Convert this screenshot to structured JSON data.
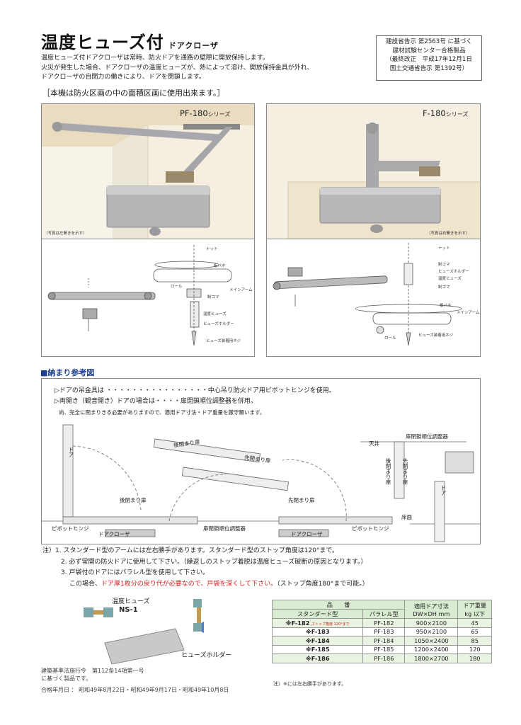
{
  "header": {
    "title": "温度ヒューズ付",
    "subtitle": "ドアクローザ",
    "cert_lines": [
      "建設省告示 第2563号 に基づく",
      "建材試験センター合格製品",
      "（最終改正　平成17年12月1日",
      "国土交通省告示 第1392号）"
    ],
    "intro_lines": [
      "温度ヒューズ付ドアクローザは常時、防火ドアを通路の壁際に開放保持します。",
      "火災が発生した場合、ドアクローザの温度ヒューズが、熱によって溶け、開放保持金具が外れ、",
      "ドアクローザの自閉力の働きにより、ドアを閉鎖します。"
    ],
    "usage_note": "［本機は防火区画の中の面積区画に使用出来ます。］"
  },
  "products": {
    "left": {
      "series": "PF-180",
      "series_suffix": "シリーズ",
      "photo_caption": "（写真は左開きを示す）",
      "labels": {
        "nut": "ナット",
        "leaf_spring": "板バネ",
        "roller": "ロール",
        "main_arm": "メインアーム",
        "brake": "制コマ",
        "fuse": "温度ヒューズ",
        "holder": "ヒューズホルダー",
        "screw": "ヒューズ装着用ネジ"
      }
    },
    "right": {
      "series": "F-180",
      "series_suffix": "シリーズ",
      "photo_caption": "（写真は右開きを示す）",
      "labels": {
        "nut": "ナット",
        "brake": "制コマ",
        "holder": "ヒューズホルダー",
        "fuse": "温度ヒューズ",
        "brake2": "制コマ",
        "leaf_spring": "板バネ",
        "main_arm": "メインアーム",
        "roller": "ロール",
        "screw": "ヒューズ装着用ネジ"
      }
    }
  },
  "fit": {
    "heading": "■納まり参考図",
    "lines": [
      "▷ドアの吊金具は ・・・・・・・・・・・・・・・・中心吊り防火ドア用ピボットヒンジを使用。",
      "▷両開き（観音開き）ドアの場合は・・・・扉閉鎖順位調整器を併用。"
    ],
    "note": "尚、完全に閉まりきる必要がありますので、適用ドア寸法・ドア重量を厳守願います。",
    "labels": {
      "door": "ドア",
      "late_door": "後閉まり扉",
      "early_door": "先閉まり扉",
      "late_door2": "後閉まり扉",
      "early_door2": "先閉まり扉",
      "pivot_l": "ピボットヒンジ",
      "pivot_r": "ピボットヒンジ",
      "closer_l": "ドアクローザ",
      "closer_r": "ドアクローザ",
      "regulator": "扉閉鎖順位調整器",
      "regulator_r": "扉閉鎖順位調整器",
      "ceiling": "天井",
      "side_late": "後閉まり扉",
      "side_early": "先閉まり扉",
      "side_door": "ドア",
      "floor": "床面"
    }
  },
  "notes": {
    "lines": [
      "注）1. スタンダード型のアームには左右勝手があります。スタンダード型のストップ角度は120°まで。",
      "2. 必ず常開の防火ドアに使用して下さい。（繰返しのストップ着脱は温度ヒューズ破断の原因となります。）",
      "3. 戸袋付のドアにはパラレル型を使用して下さい。"
    ],
    "line4_pre": "この場合、",
    "line4_red": "ドア厚1枚分の戻り代が必要なので、戸袋を深くして下さい。",
    "line4_post": "（ストップ角度180°まで可能。）"
  },
  "fuse": {
    "label": "温度ヒューズ",
    "model": "NS-1",
    "holder": "ヒューズホルダー"
  },
  "footer": {
    "law_lines": [
      "建築基準法施行令　第112条14項第一号",
      "に基づく製品です。"
    ],
    "date": "合格年月日 ： 昭和49年8月22日・昭和49年9月17日・昭和49年10月8日"
  },
  "spec_table": {
    "h_hinban": "品　　番",
    "h_standard": "スタンダード型",
    "h_parallel": "パラレル型",
    "h_size": "適用ドア寸法",
    "h_size2": "DW×DH mm",
    "h_weight": "ドア重量",
    "h_weight2": "kg 以下",
    "stop_note": "ストップ角度\n120°まで",
    "rows": [
      {
        "std": "※F-182",
        "par": "PF-182",
        "size": "900×2100",
        "weight": "45"
      },
      {
        "std": "※F-183",
        "par": "PF-183",
        "size": "950×2100",
        "weight": "65"
      },
      {
        "std": "※F-184",
        "par": "PF-184",
        "size": "1050×2400",
        "weight": "85"
      },
      {
        "std": "※F-185",
        "par": "PF-185",
        "size": "1200×2400",
        "weight": "120"
      },
      {
        "std": "※F-186",
        "par": "PF-186",
        "size": "1800×2700",
        "weight": "180"
      }
    ],
    "footnote": "注）※には左右勝手があります。"
  },
  "colors": {
    "accent": "#1d3f8a",
    "warning": "#d81c1c",
    "table_header": "#d9ecd2"
  }
}
